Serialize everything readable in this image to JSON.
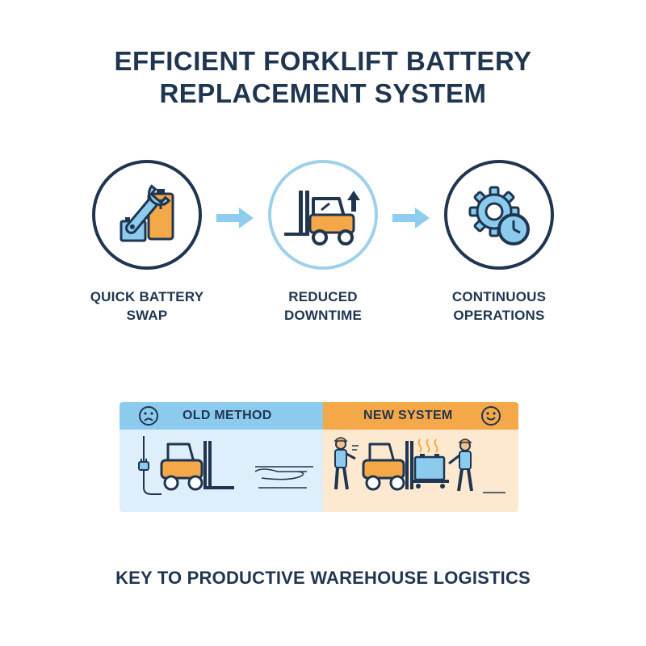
{
  "title": {
    "line1": "EFFICIENT FORKLIFT BATTERY",
    "line2": "REPLACEMENT SYSTEM"
  },
  "steps": [
    {
      "line1": "QUICK BATTERY",
      "line2": "SWAP",
      "icon": "wrench-battery-icon"
    },
    {
      "line1": "REDUCED",
      "line2": "DOWNTIME",
      "icon": "forklift-up-arrow-icon"
    },
    {
      "line1": "CONTINUOUS",
      "line2": "OPERATIONS",
      "icon": "gear-clock-icon"
    }
  ],
  "comparison": {
    "old_label": "OLD METHOD",
    "new_label": "NEW SYSTEM",
    "old_icon": "sad-face-icon",
    "new_icon": "happy-face-icon"
  },
  "footer": "KEY TO PRODUCTIVE WAREHOUSE LOGISTICS",
  "colors": {
    "navy": "#1f3550",
    "light_blue": "#8ccbee",
    "orange": "#f5a848",
    "arrow": "#8fcdee"
  }
}
